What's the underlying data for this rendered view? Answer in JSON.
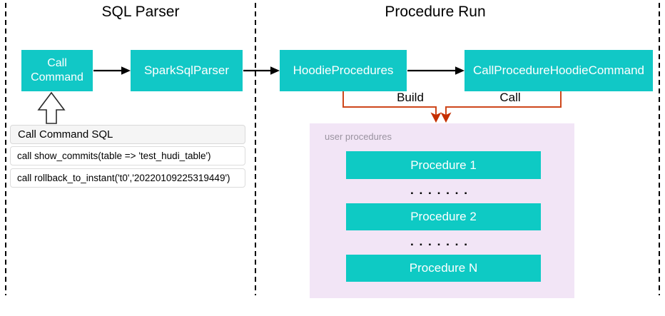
{
  "colors": {
    "node_teal": "#11c8c6",
    "procedure_teal": "#0ecac4",
    "panel_pink": "#f2e5f6",
    "connector_orange": "#ce471b",
    "connector_arrowhead_red": "#c52f00"
  },
  "sql_parser": {
    "title": "SQL Parser",
    "nodes": {
      "call_command": "Call Command",
      "spark_sql_parser": "SparkSqlParser"
    },
    "sql_panel": {
      "header": "Call Command SQL",
      "rows": [
        "call show_commits(table => 'test_hudi_table')",
        "call rollback_to_instant('t0','20220109225319449')"
      ]
    }
  },
  "procedure_run": {
    "title": "Procedure Run",
    "nodes": {
      "hoodie_procedures": "HoodieProcedures",
      "call_procedure_hoodie_command": "CallProcedureHoodieCommand"
    },
    "edge_labels": {
      "build": "Build",
      "call": "Call"
    },
    "user_procedures": {
      "label": "user procedures",
      "items": [
        "Procedure 1",
        "Procedure 2",
        "Procedure N"
      ],
      "dots": "▪▪▪▪▪▪▪"
    }
  }
}
